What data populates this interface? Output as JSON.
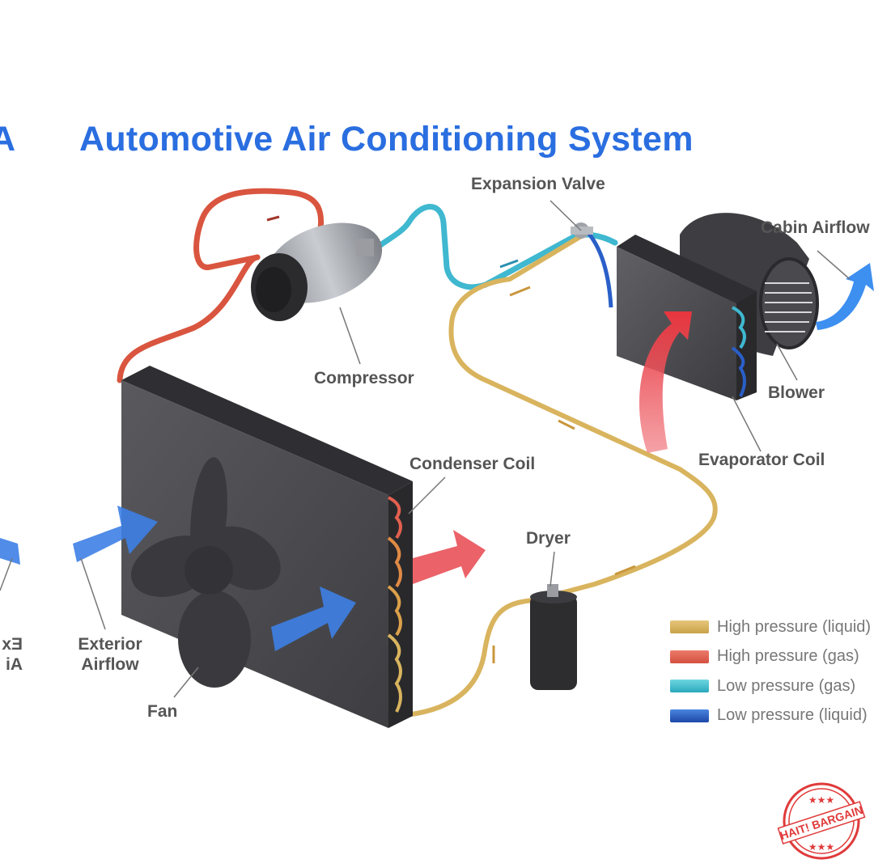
{
  "title": "Automotive Air Conditioning System",
  "title_left_fragment": "A",
  "labels": {
    "expansion_valve": "Expansion Valve",
    "cabin_airflow": "Cabin Airflow",
    "compressor": "Compressor",
    "blower": "Blower",
    "evaporator_coil": "Evaporator Coil",
    "condenser_coil": "Condenser Coil",
    "dryer": "Dryer",
    "exterior_airflow_line1": "Exterior",
    "exterior_airflow_line2": "Airflow",
    "mirrored_line1": "Ex",
    "mirrored_line2": "Ai",
    "fan": "Fan"
  },
  "legend": [
    {
      "label": "High pressure (liquid)",
      "color": "#d9b45e"
    },
    {
      "label": "High pressure (gas)",
      "color": "#e2604f"
    },
    {
      "label": "Low pressure (gas)",
      "color": "#3fc0d0"
    },
    {
      "label": "Low pressure (liquid)",
      "color": "#2a62c8"
    }
  ],
  "colors": {
    "title": "#2a6ee0",
    "high_liquid": "#d9b45e",
    "high_gas": "#d9553f",
    "low_gas": "#3fb8d0",
    "low_liquid": "#2a5fc8",
    "airflow_cold": "#3d7fe6",
    "airflow_hot": "#e8474f",
    "stamp": "#e03a3a"
  },
  "stamp": {
    "text": "HAIT! BARGAIN",
    "stars": "★★★"
  }
}
